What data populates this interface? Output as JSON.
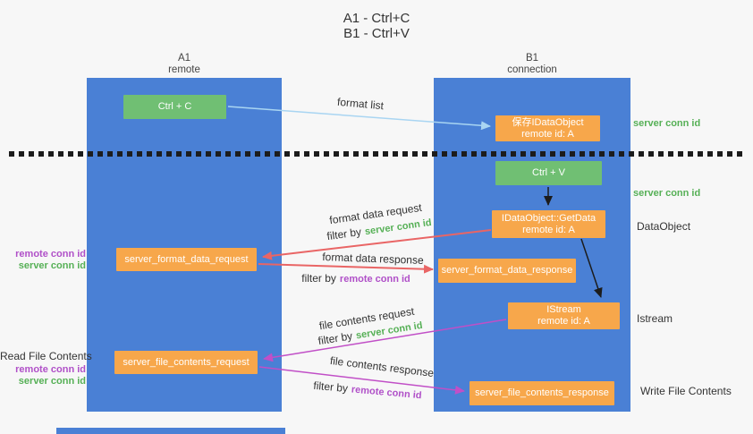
{
  "title": {
    "line1": "A1 - Ctrl+C",
    "line2": "B1 - Ctrl+V"
  },
  "columns": {
    "a": {
      "name": "A1",
      "role": "remote"
    },
    "b": {
      "name": "B1",
      "role": "connection"
    }
  },
  "nodes": {
    "ctrl_c": "Ctrl + C",
    "ctrl_v": "Ctrl + V",
    "save_dataobject": {
      "title": "保存IDataObject",
      "subtitle": "remote id: A"
    },
    "getdata": {
      "title": "IDataObject::GetData",
      "subtitle": "remote id: A"
    },
    "istream": {
      "title": "IStream",
      "subtitle": "remote id: A"
    },
    "format_request": "server_format_data_request",
    "format_response": "server_format_data_response",
    "file_request": "server_file_contents_request",
    "file_response": "server_file_contents_response"
  },
  "arrows": {
    "format_list": "format list",
    "format_data_request": "format data request",
    "format_data_response": "format data response",
    "file_contents_request": "file contents request",
    "file_contents_response": "file contents response",
    "filter_by": "filter by",
    "server_conn_id": "server conn id",
    "remote_conn_id": "remote conn id"
  },
  "side_labels": {
    "server_conn_id_top": "server conn id",
    "server_conn_id_mid": "server conn id",
    "dataobject": "DataObject",
    "istream": "Istream",
    "write_file_contents": "Write File Contents",
    "read_file_contents": "Read File Contents",
    "remote_conn_id": "remote conn id",
    "server_conn_id": "server conn id"
  },
  "colors": {
    "lifeline_blue": "#4a80d5",
    "action_green": "#70bf73",
    "message_orange": "#f7a74b",
    "server_conn_green": "#56b056",
    "remote_conn_purple": "#b050c8",
    "request_red": "#e96565",
    "file_magenta": "#c14fc7",
    "format_list_blue": "#a9d5f2",
    "text_dark": "#333333"
  }
}
